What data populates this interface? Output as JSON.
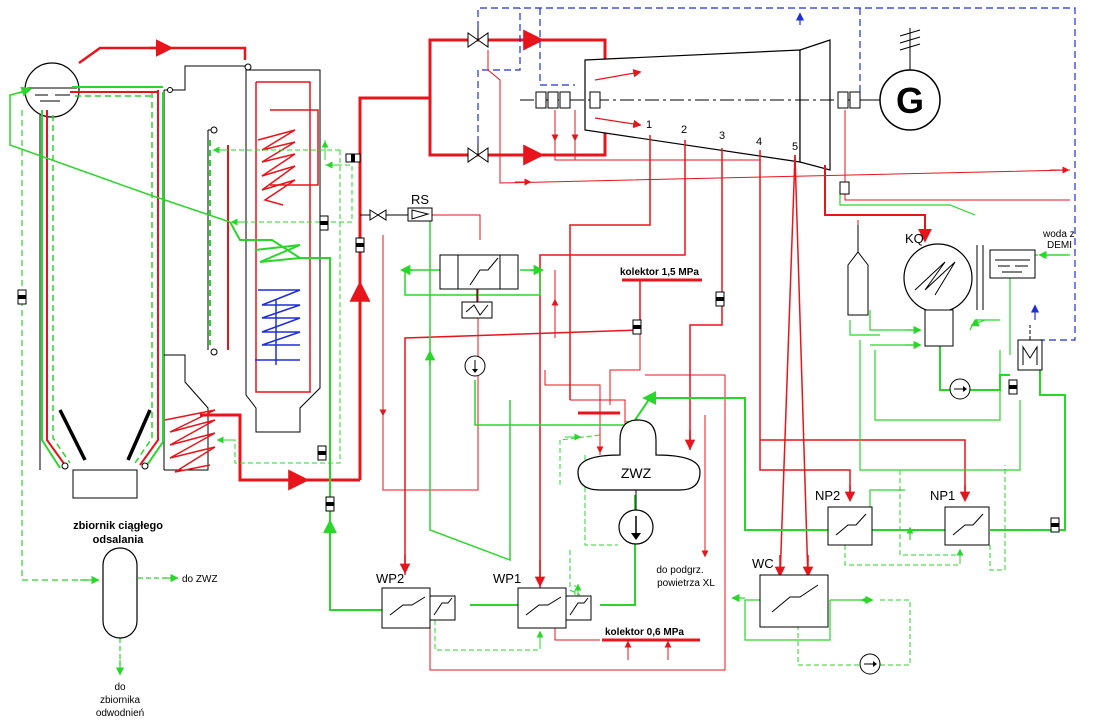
{
  "labels": {
    "rs": "RS",
    "kq": "KQ",
    "generator": "G",
    "zwz": "ZWZ",
    "np2": "NP2",
    "np1": "NP1",
    "wp2": "WP2",
    "wp1": "WP1",
    "wc": "WC",
    "kolektor15": "kolektor 1,5 MPa",
    "kolektor06": "kolektor 0,6 MPa",
    "woda_line1": "woda z",
    "woda_line2": "DEMI",
    "zbiornik_line1": "zbiornik ciągłego",
    "zbiornik_line2": "odsalania",
    "do_zwz": "do ZWZ",
    "do_zbiornika_1": "do",
    "do_zbiornika_2": "zbiornika",
    "do_zbiornika_3": "odwodnień",
    "do_podgrz_1": "do podgrz.",
    "do_podgrz_2": "powietrza XL"
  },
  "extraction_numbers": [
    "1",
    "2",
    "3",
    "4",
    "5"
  ],
  "colors": {
    "steam": "#e8141b",
    "water": "#2bd62b",
    "control": "#1e2fd8",
    "outline": "#000000"
  }
}
